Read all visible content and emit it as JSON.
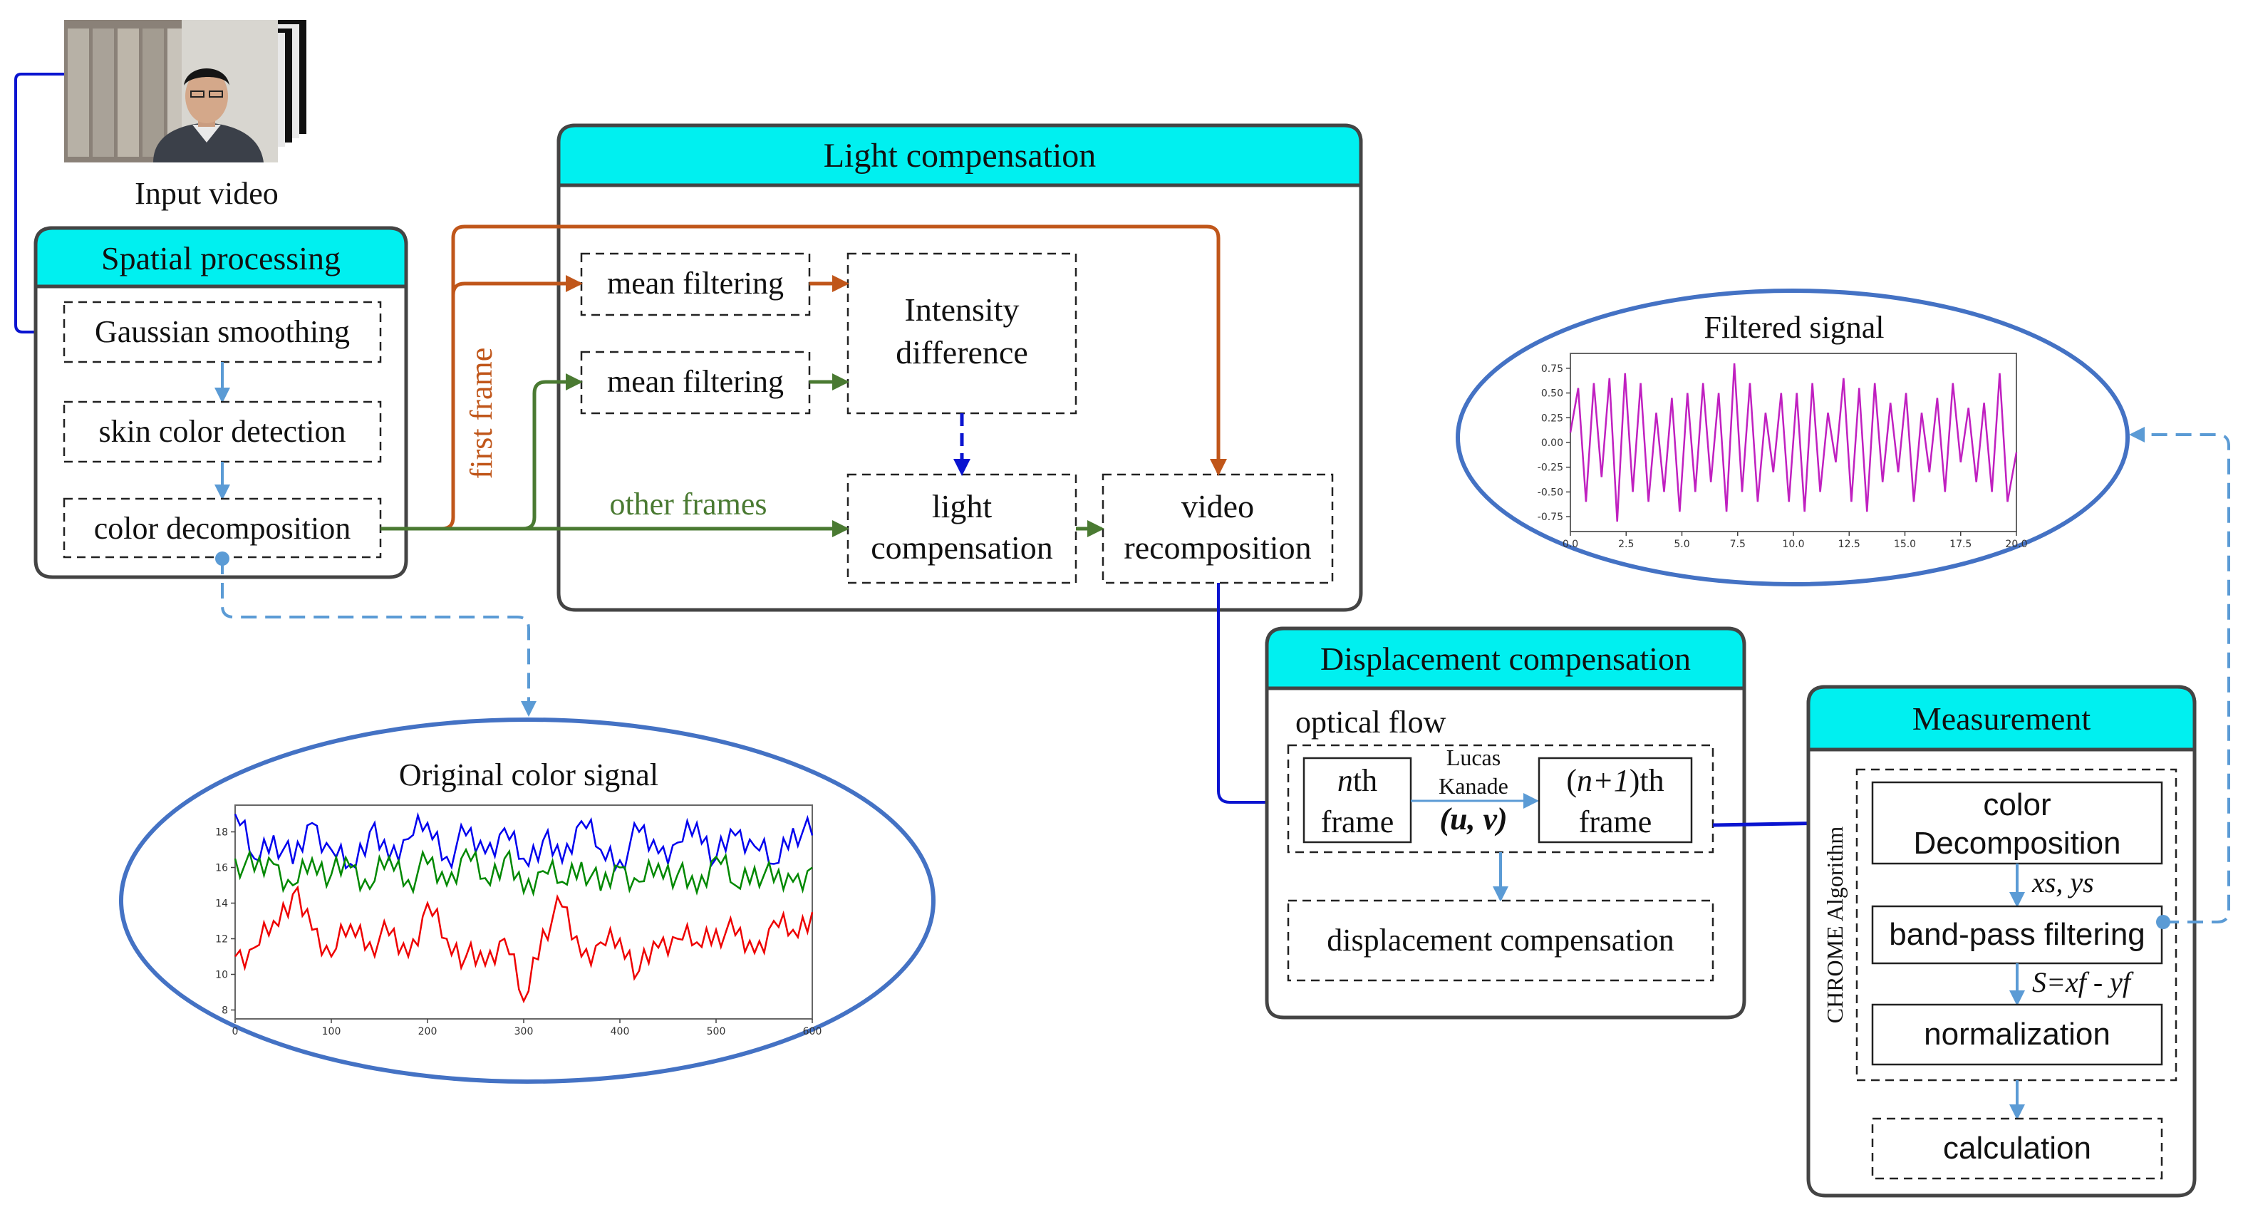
{
  "input_video": {
    "label": "Input video"
  },
  "spatial": {
    "title": "Spatial processing",
    "steps": [
      "Gaussian smoothing",
      "skin color detection",
      "color decomposition"
    ]
  },
  "light": {
    "title": "Light compensation",
    "mean1": "mean filtering",
    "mean2": "mean filtering",
    "intensity": [
      "Intensity",
      "difference"
    ],
    "lightcomp": [
      "light",
      "compensation"
    ],
    "videorecomp": [
      "video",
      "recomposition"
    ],
    "first_frame": "first frame",
    "other_frames": "other frames"
  },
  "filtered": {
    "title": "Filtered signal",
    "chart_data": {
      "type": "line",
      "title": "",
      "xlim": [
        0,
        20
      ],
      "ylim": [
        -0.9,
        0.9
      ],
      "xticks": [
        "0.0",
        "2.5",
        "5.0",
        "7.5",
        "10.0",
        "12.5",
        "15.0",
        "17.5",
        "20.0"
      ],
      "yticks": [
        "0.75",
        "0.50",
        "0.25",
        "0.00",
        "-0.25",
        "-0.50",
        "-0.75"
      ],
      "color": "#c020c0",
      "series": [
        {
          "x": [
            0,
            0.35,
            0.7,
            1.05,
            1.4,
            1.75,
            2.1,
            2.45,
            2.8,
            3.15,
            3.5,
            3.85,
            4.2,
            4.55,
            4.9,
            5.25,
            5.6,
            5.95,
            6.3,
            6.65,
            7.0,
            7.35,
            7.7,
            8.05,
            8.4,
            8.75,
            9.1,
            9.45,
            9.8,
            10.15,
            10.5,
            10.85,
            11.2,
            11.55,
            11.9,
            12.25,
            12.6,
            12.95,
            13.3,
            13.65,
            14.0,
            14.35,
            14.7,
            15.05,
            15.4,
            15.75,
            16.1,
            16.45,
            16.8,
            17.15,
            17.5,
            17.85,
            18.2,
            18.55,
            18.9,
            19.25,
            19.6,
            20.0
          ],
          "y": [
            0.1,
            0.55,
            -0.6,
            0.6,
            -0.35,
            0.65,
            -0.8,
            0.7,
            -0.5,
            0.6,
            -0.6,
            0.3,
            -0.5,
            0.45,
            -0.7,
            0.5,
            -0.5,
            0.6,
            -0.4,
            0.5,
            -0.7,
            0.8,
            -0.5,
            0.6,
            -0.6,
            0.3,
            -0.3,
            0.5,
            -0.6,
            0.5,
            -0.7,
            0.6,
            -0.5,
            0.3,
            -0.2,
            0.65,
            -0.6,
            0.55,
            -0.7,
            0.6,
            -0.4,
            0.4,
            -0.3,
            0.5,
            -0.6,
            0.3,
            -0.3,
            0.45,
            -0.5,
            0.6,
            -0.2,
            0.35,
            -0.4,
            0.4,
            -0.5,
            0.7,
            -0.6,
            -0.1
          ]
        }
      ]
    }
  },
  "original": {
    "title": "Original color signal",
    "chart_data": {
      "type": "line",
      "title": "",
      "xlim": [
        0,
        600
      ],
      "ylim": [
        7.5,
        19.5
      ],
      "xticks": [
        "0",
        "100",
        "200",
        "300",
        "400",
        "500",
        "600"
      ],
      "yticks": [
        "18",
        "16",
        "14",
        "12",
        "10",
        "8"
      ],
      "series": [
        {
          "color": "#0000ee",
          "x": [
            0,
            20,
            40,
            60,
            80,
            100,
            120,
            140,
            160,
            180,
            200,
            220,
            240,
            260,
            280,
            300,
            320,
            340,
            360,
            380,
            400,
            420,
            440,
            460,
            480,
            500,
            520,
            540,
            560,
            580,
            600
          ],
          "y": [
            19,
            16.5,
            17.8,
            16.2,
            18.5,
            17,
            16.2,
            18,
            16.5,
            17.6,
            18.5,
            16.6,
            17.8,
            16.8,
            18.2,
            16.5,
            17.5,
            16.3,
            18.6,
            17,
            16.4,
            18,
            16.8,
            17.4,
            18.5,
            16.5,
            17.8,
            17.2,
            16.2,
            18.2,
            17.8
          ]
        },
        {
          "color": "#008800",
          "x": [
            0,
            20,
            40,
            60,
            80,
            100,
            120,
            140,
            160,
            180,
            200,
            220,
            240,
            260,
            280,
            300,
            320,
            340,
            360,
            380,
            400,
            420,
            440,
            460,
            480,
            500,
            520,
            540,
            560,
            580,
            600
          ],
          "y": [
            16.5,
            15.8,
            16.2,
            15,
            16.5,
            15.6,
            16,
            14.8,
            16.6,
            15.3,
            16.2,
            15,
            17,
            15.4,
            16.5,
            14.6,
            15.8,
            15.2,
            16.3,
            14.7,
            16,
            15.2,
            16.2,
            15.6,
            14.6,
            16.6,
            15,
            16,
            15.2,
            15.2,
            16
          ]
        },
        {
          "color": "#ee0000",
          "x": [
            0,
            20,
            40,
            60,
            80,
            100,
            120,
            140,
            160,
            180,
            200,
            220,
            240,
            260,
            280,
            300,
            320,
            340,
            360,
            380,
            400,
            420,
            440,
            460,
            480,
            500,
            520,
            540,
            560,
            580,
            600
          ],
          "y": [
            11,
            11.5,
            13,
            14.5,
            12.5,
            11,
            12.8,
            11.8,
            12.2,
            11,
            14,
            12,
            11,
            10.5,
            12,
            8.5,
            12.5,
            13.8,
            11,
            11.8,
            12,
            10.2,
            11.5,
            12,
            11.8,
            12.5,
            12.2,
            11.2,
            13,
            12.5,
            13.5
          ]
        }
      ]
    }
  },
  "displacement": {
    "title": "Displacement compensation",
    "optical_flow": "optical flow",
    "nth_i": "n",
    "nth_rest": "th",
    "frame": "frame",
    "lucas": "Lucas",
    "kanade": "Kanade",
    "uv": "(u, v)",
    "n1_open": "(",
    "n1_i": "n+1",
    "n1_close": ")th",
    "frame2": "frame",
    "dispcomp": "displacement compensation"
  },
  "measurement": {
    "title": "Measurement",
    "chrome": "CHROME Algorithm",
    "color_decomp": [
      "color",
      "Decomposition"
    ],
    "xs_ys": "xs, ys",
    "bandpass": "band-pass filtering",
    "s_eq": "S=xf - yf",
    "normalization": "normalization",
    "calculation": "calculation"
  },
  "colors": {
    "header": "#00f0f0",
    "orange": "#c0561a",
    "green": "#4a7a32",
    "blue": "#0a14d0",
    "lightblue": "#5b9bd5",
    "ellipse": "#4472c4"
  }
}
